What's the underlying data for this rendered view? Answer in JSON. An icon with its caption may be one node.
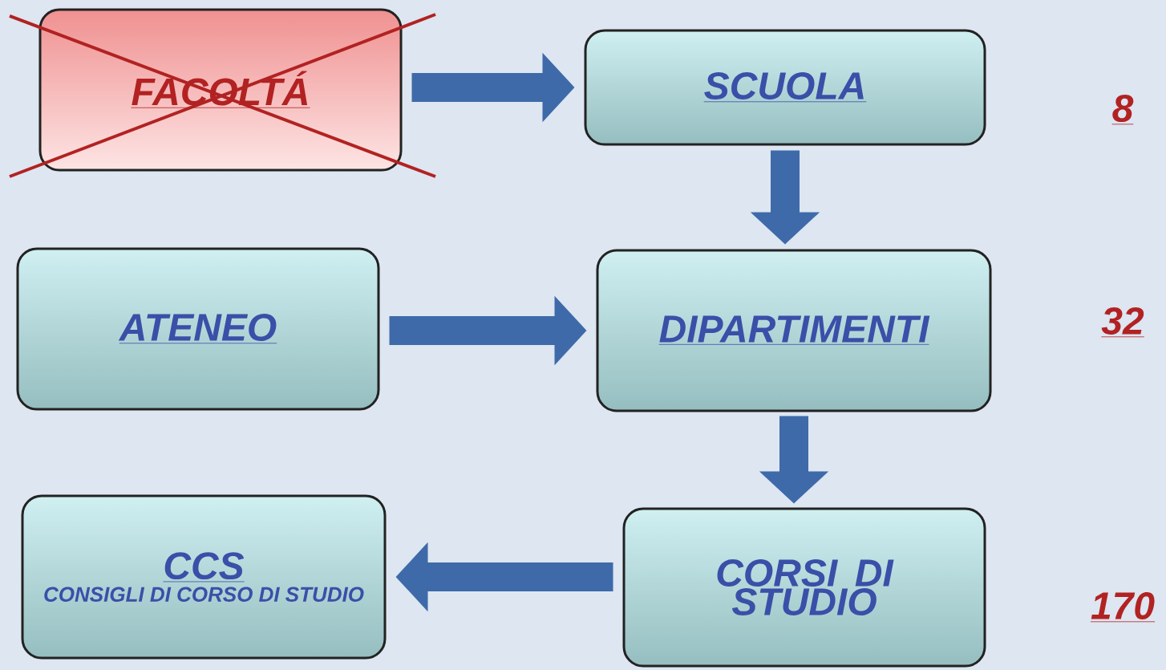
{
  "diagram": {
    "nodes": [
      {
        "text": [
          "FACOLTÁ"
        ]
      },
      {
        "text": [
          "SCUOLA"
        ],
        "beside": [
          "8"
        ]
      },
      {
        "text": [
          "ATENEO"
        ]
      },
      {
        "text": [
          "DIPARTIMENTI"
        ],
        "beside": [
          "32"
        ]
      },
      {
        "text": [
          "CCS",
          "CONSIGLI DI CORSO DI STUDIO"
        ]
      },
      {
        "text": [
          "CORSI DI STUDIO"
        ],
        "beside": [
          "170"
        ]
      }
    ],
    "edges": [
      {
        "from": 0,
        "to": 1,
        "arrow": "to"
      },
      {
        "from": 1,
        "to": 3,
        "arrow": "to"
      },
      {
        "from": 2,
        "to": 3,
        "arrow": "to"
      },
      {
        "from": 3,
        "to": 5,
        "arrow": "to"
      },
      {
        "from": 5,
        "to": 4,
        "arrow": "to"
      }
    ]
  }
}
